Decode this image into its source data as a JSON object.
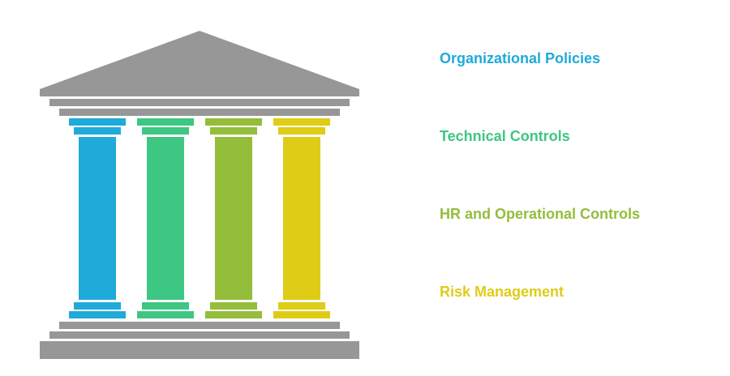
{
  "colors": {
    "structure": "#979797",
    "pillar_1": "#1faad9",
    "pillar_2": "#3ec683",
    "pillar_3": "#94bd3b",
    "pillar_4": "#dfcc17"
  },
  "pillars": [
    {
      "title": "Organizational Policies",
      "color": "#1faad9",
      "description": ""
    },
    {
      "title": "Technical Controls",
      "color": "#3ec683",
      "description": ""
    },
    {
      "title": "HR and Operational Controls",
      "color": "#94bd3b",
      "description": ""
    },
    {
      "title": "Risk Management",
      "color": "#dfcc17",
      "description": ""
    }
  ]
}
